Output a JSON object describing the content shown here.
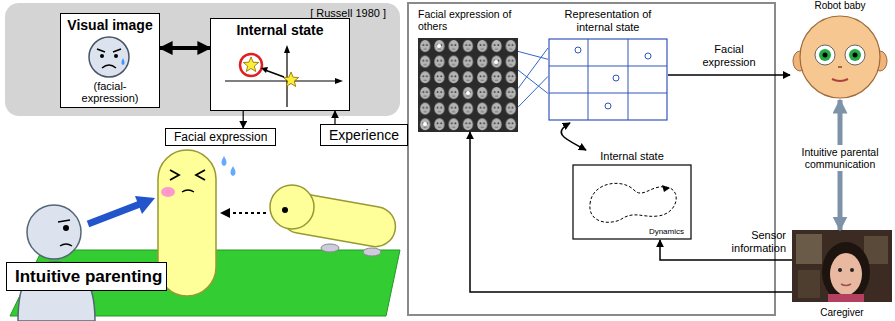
{
  "diagram": {
    "nodes": [
      {
        "text": [
          "[ Russell 1980 ]"
        ]
      },
      {
        "text": [
          "Visual image",
          "(facial-expression)"
        ],
        "in": 0
      },
      {
        "text": [
          "Internal state"
        ],
        "in": 0
      },
      {
        "text": [
          "Facial expression"
        ]
      },
      {
        "text": [
          "Experience"
        ]
      },
      {
        "text": [
          "Intuitive parenting"
        ]
      },
      {
        "text": [
          "Facial expression of others"
        ]
      },
      {
        "text": [
          "Representation of internal state"
        ]
      },
      {
        "text": [
          "Internal state",
          "Dynamics"
        ]
      },
      {
        "text": [
          "Robot baby"
        ]
      },
      {
        "text": [
          "Caregiver"
        ]
      }
    ],
    "edges": [
      {
        "from": 1,
        "to": 2,
        "arrow": "both"
      },
      {
        "from": 2,
        "to": 3,
        "arrow": "to"
      },
      {
        "from": 4,
        "to": 2,
        "arrow": "to"
      },
      {
        "from": 6,
        "to": 7,
        "arrow": "none"
      },
      {
        "from": 7,
        "to": 8,
        "arrow": "both"
      },
      {
        "from": 7,
        "to": 9,
        "label": "Facial expression",
        "arrow": "to"
      },
      {
        "from": 9,
        "to": 10,
        "label": "Intuitive parental communication",
        "arrow": "both"
      },
      {
        "from": 10,
        "to": 8,
        "label": "Sensor information",
        "arrow": "to"
      },
      {
        "from": 10,
        "to": 6,
        "arrow": "to"
      }
    ]
  }
}
